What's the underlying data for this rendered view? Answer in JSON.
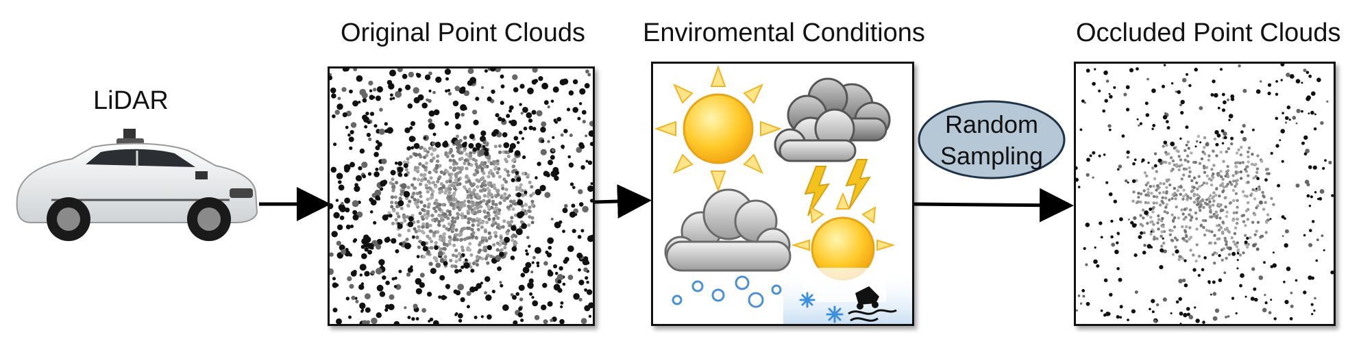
{
  "labels": {
    "lidar": "LiDAR",
    "original": "Original Point Clouds",
    "conditions": "Enviromental Conditions",
    "occluded": "Occluded Point Clouds",
    "random_sampling_line1": "Random",
    "random_sampling_line2": "Sampling"
  },
  "colors": {
    "ellipse_fill": "#b6c7d6",
    "ellipse_stroke": "#1f3348",
    "sun": "#f5b51c",
    "sun_ray": "#ffd96b",
    "cloud": "#9a9a9a",
    "lightning": "#f3c21c",
    "snowflake": "#3d8fe0"
  },
  "icons": [
    "car-icon",
    "sun-icon",
    "thunderstorm-icon",
    "hail-icon",
    "snowy-road-icon"
  ]
}
